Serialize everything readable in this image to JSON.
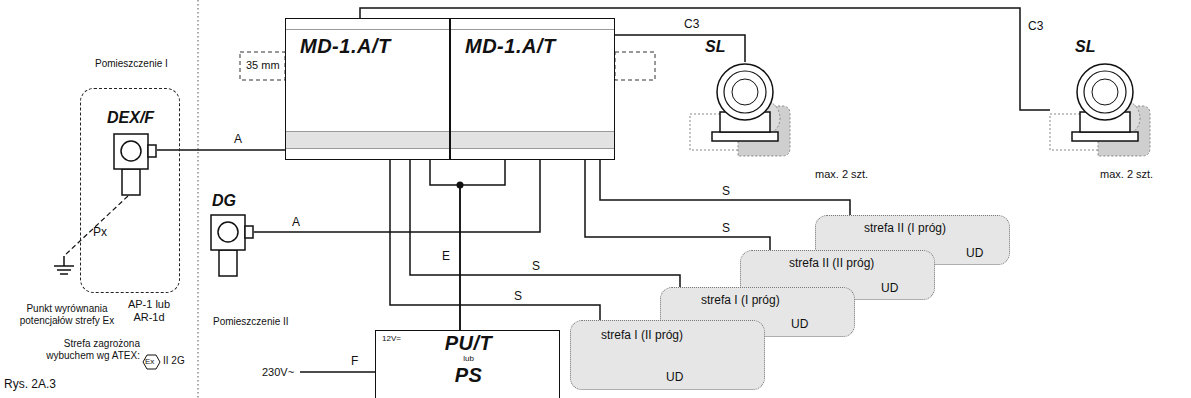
{
  "diagram": {
    "caption": "Rys. 2A.3",
    "nodes": [
      {
        "text": [
          "AP-1 lub AR-1d"
        ]
      },
      {
        "text": [
          "DEX/F"
        ],
        "in": 0
      },
      {
        "text": [
          "DG"
        ]
      },
      {
        "text": [
          "MD-1.A/T"
        ]
      },
      {
        "text": [
          "MD-1.A/T"
        ]
      },
      {
        "text": [
          "SL",
          "max. 2 szt."
        ]
      },
      {
        "text": [
          "SL",
          "max. 2 szt."
        ]
      },
      {
        "text": [
          "12V=",
          "PU/T",
          "lub",
          "PS"
        ]
      },
      {
        "text": [
          "strefa II (I próg)",
          "UD"
        ]
      },
      {
        "text": [
          "strefa II (II próg)",
          "UD"
        ]
      },
      {
        "text": [
          "strefa I (I próg)",
          "UD"
        ]
      },
      {
        "text": [
          "strefa I (II próg)",
          "UD"
        ]
      }
    ],
    "edges": [
      {
        "from": 1,
        "to": 3,
        "label": "A",
        "arrow": "none"
      },
      {
        "from": 2,
        "to": 4,
        "label": "A",
        "arrow": "none"
      },
      {
        "from": 4,
        "to": 5,
        "label": "C3",
        "arrow": "none"
      },
      {
        "from": 3,
        "to": 6,
        "label": "C3",
        "arrow": "none"
      },
      {
        "from": 7,
        "to": 3,
        "label": "E",
        "arrow": "none"
      },
      {
        "from": 7,
        "to": 4,
        "arrow": "none"
      },
      {
        "from": 4,
        "to": 8,
        "label": "S",
        "arrow": "none"
      },
      {
        "from": 4,
        "to": 9,
        "label": "S",
        "arrow": "none"
      },
      {
        "from": 3,
        "to": 10,
        "label": "S",
        "arrow": "none"
      },
      {
        "from": 3,
        "to": 11,
        "label": "S",
        "arrow": "none"
      }
    ],
    "labels": [
      "Pomieszczenie I",
      "Pomieszczenie II",
      "35 mm",
      "Px",
      "Punkt wyrównania potencjałów strefy Ex",
      "Strefa zagrożona wybuchem wg ATEX:",
      "Ex",
      "II 2G",
      "230V~",
      "F"
    ]
  }
}
